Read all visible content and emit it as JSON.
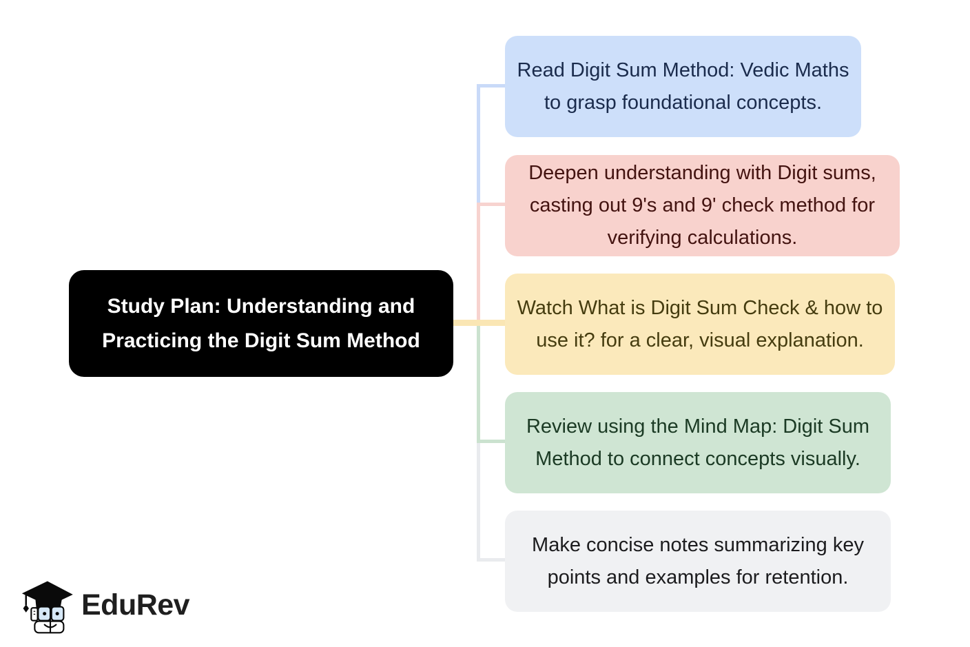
{
  "page": {
    "background": "#ffffff"
  },
  "center_node": {
    "label": "Study Plan: Understanding and Practicing the Digit Sum Method",
    "bg": "#000000",
    "text_color": "#ffffff"
  },
  "branches": [
    {
      "label": "Read Digit Sum Method: Vedic Maths to grasp foundational concepts.",
      "bg": "#cddffa",
      "text_color": "#1a2b4c",
      "line_color": "#c9daf8"
    },
    {
      "label": "Deepen understanding with Digit sums, casting out 9's and 9' check method for verifying calculations.",
      "bg": "#f8d2cd",
      "text_color": "#431310",
      "line_color": "#f7d3cf"
    },
    {
      "label": "Watch What is Digit Sum Check & how to use it? for a clear, visual explanation.",
      "bg": "#fbe9bb",
      "text_color": "#453c0f",
      "line_color": "#fae6b4"
    },
    {
      "label": "Review using the Mind Map: Digit Sum Method to connect concepts visually.",
      "bg": "#cfe5d3",
      "text_color": "#1b3a24",
      "line_color": "#cbe2cf"
    },
    {
      "label": "Make concise notes summarizing key points and examples for retention.",
      "bg": "#f0f1f3",
      "text_color": "#1c1c1e",
      "line_color": "#e9ebee"
    }
  ],
  "logo": {
    "text": "EduRev",
    "icon": "edurev-mascot-graduation-cap-icon",
    "text_color": "#1f1f1f",
    "cap_color": "#0a0a0a",
    "lens_color": "#d6e8f7"
  }
}
